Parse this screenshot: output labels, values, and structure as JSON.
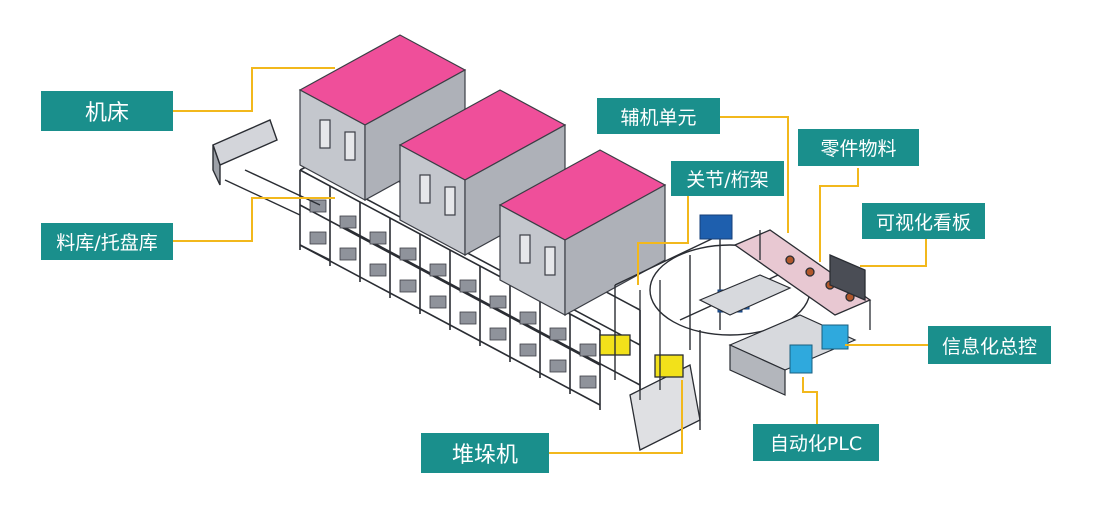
{
  "colors": {
    "label_bg": "#1a8f8c",
    "label_text": "#ffffff",
    "leader_line": "#f2b81c",
    "machine_roof": "#ef4f9a",
    "machine_body": "#b9bcc3",
    "frame_line": "#2a2d33",
    "robot": "#1e5fae",
    "stacker": "#f2e11a",
    "panel_blue": "#2fa9dd"
  },
  "labels": {
    "machine_tool": "机床",
    "material_pallet_store": "料库/托盘库",
    "stacker_crane": "堆垛机",
    "auxiliary_unit": "辅机单元",
    "parts_material": "零件物料",
    "joint_gantry": "关节/桁架",
    "visual_board": "可视化看板",
    "info_control": "信息化总控",
    "automation_plc": "自动化PLC"
  }
}
